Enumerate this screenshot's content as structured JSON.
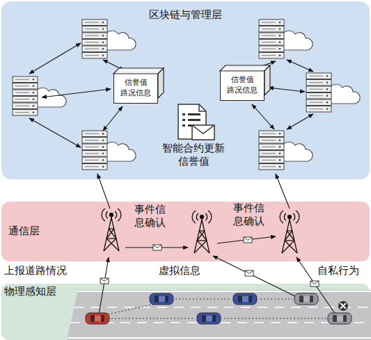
{
  "diagram": {
    "nodes": [
      {
        "text": [
          "区块链与管理层"
        ]
      },
      {
        "text": [
          "通信层"
        ]
      },
      {
        "text": [
          "物理感知层"
        ]
      },
      {
        "text": [
          "信誉值",
          "路况信息"
        ],
        "in": 0
      },
      {
        "text": [
          "信誉值",
          "路况信息"
        ],
        "in": 0
      }
    ],
    "labels": [
      "智能合约更新信誉值",
      "事件信息确认",
      "事件信息确认",
      "上报道路情况",
      "虚拟信息",
      "自私行为"
    ]
  }
}
